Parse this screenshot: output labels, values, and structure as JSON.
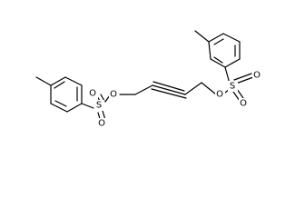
{
  "molecule": {
    "atom_labels": {
      "o_left_ester": "O",
      "s_left": "S",
      "o_left_top": "O",
      "o_left_bottom": "O",
      "o_right_ester": "O",
      "s_right": "S",
      "o_right_top": "O",
      "o_right_bottom": "O"
    }
  }
}
